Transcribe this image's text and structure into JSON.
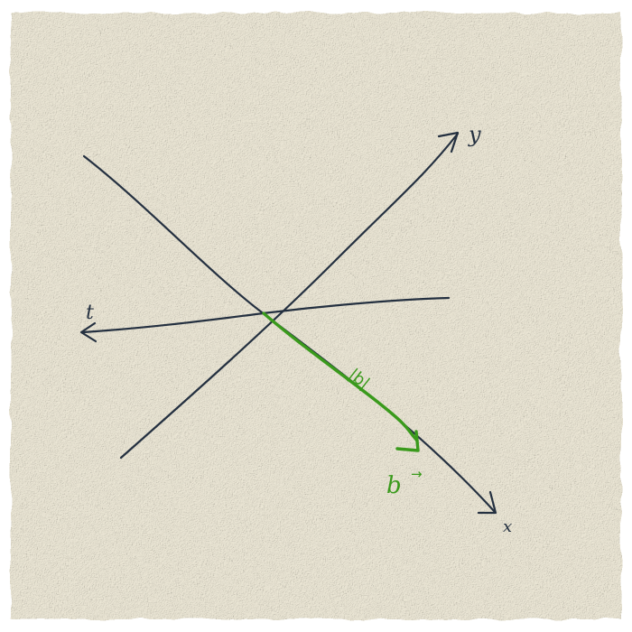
{
  "colors": {
    "paper": "#ece7d6",
    "ink": "#243040",
    "vector": "#3a9a1c"
  },
  "axes": {
    "y_label": "y",
    "x_label": "x",
    "t_label": "t"
  },
  "vector": {
    "name_label": "b",
    "arrow_mark": "→",
    "magnitude_label": "|b|"
  }
}
